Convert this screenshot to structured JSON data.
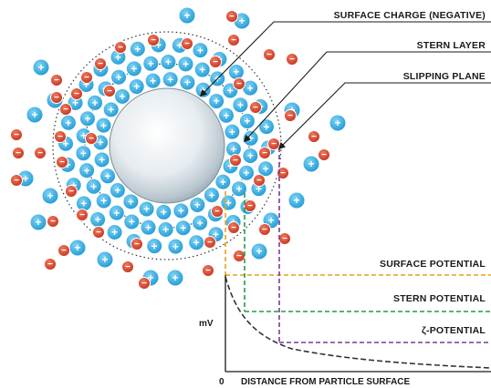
{
  "labels": {
    "surface_charge": "SURFACE CHARGE (NEGATIVE)",
    "stern_layer": "STERN LAYER",
    "slipping_plane": "SLIPPING PLANE",
    "surface_potential": "SURFACE POTENTIAL",
    "stern_potential": "STERN POTENTIAL",
    "zeta_potential": "ζ-POTENTIAL",
    "y_axis": "mV",
    "origin": "0",
    "x_axis": "DISTANCE FROM PARTICLE SURFACE"
  },
  "symbols": {
    "positive": "+",
    "negative": "−"
  },
  "colors": {
    "positive_ion": "#29a8e0",
    "negative_ion": "#d8422a",
    "surface_potential_line": "#e6a21c",
    "stern_potential_line": "#1f9e4a",
    "zeta_potential_line": "#7a3a98",
    "decay_curve": "#333333"
  }
}
